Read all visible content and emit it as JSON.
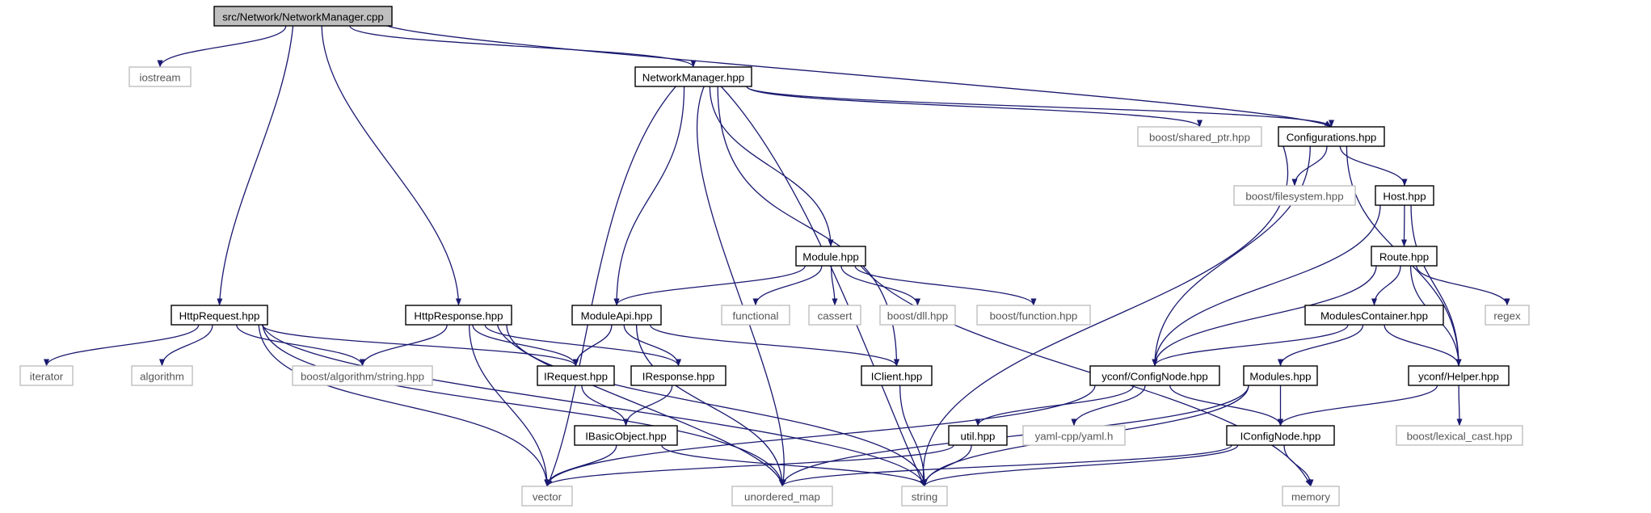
{
  "diagram": {
    "colors": {
      "edge": "#191970",
      "root_fill": "#bfbfbf",
      "local_border": "#000000",
      "external_border": "#bfbfbf",
      "external_text": "#555555",
      "text": "#000000"
    },
    "nodes": [
      {
        "id": "root",
        "label": "src/Network/NetworkManager.cpp",
        "kind": "root"
      },
      {
        "id": "iostream",
        "label": "iostream",
        "kind": "external"
      },
      {
        "id": "nmhpp",
        "label": "NetworkManager.hpp",
        "kind": "local"
      },
      {
        "id": "config",
        "label": "Configurations.hpp",
        "kind": "local"
      },
      {
        "id": "shared_ptr",
        "label": "boost/shared_ptr.hpp",
        "kind": "external"
      },
      {
        "id": "filesystem",
        "label": "boost/filesystem.hpp",
        "kind": "external"
      },
      {
        "id": "host",
        "label": "Host.hpp",
        "kind": "local"
      },
      {
        "id": "route",
        "label": "Route.hpp",
        "kind": "local"
      },
      {
        "id": "regex",
        "label": "regex",
        "kind": "external"
      },
      {
        "id": "modules_container",
        "label": "ModulesContainer.hpp",
        "kind": "local"
      },
      {
        "id": "module",
        "label": "Module.hpp",
        "kind": "local"
      },
      {
        "id": "functional",
        "label": "functional",
        "kind": "external"
      },
      {
        "id": "cassert",
        "label": "cassert",
        "kind": "external"
      },
      {
        "id": "dll",
        "label": "boost/dll.hpp",
        "kind": "external"
      },
      {
        "id": "function",
        "label": "boost/function.hpp",
        "kind": "external"
      },
      {
        "id": "httpreq",
        "label": "HttpRequest.hpp",
        "kind": "local"
      },
      {
        "id": "httpresp",
        "label": "HttpResponse.hpp",
        "kind": "local"
      },
      {
        "id": "moduleapi",
        "label": "ModuleApi.hpp",
        "kind": "local"
      },
      {
        "id": "iterator",
        "label": "iterator",
        "kind": "external"
      },
      {
        "id": "algorithm",
        "label": "algorithm",
        "kind": "external"
      },
      {
        "id": "algostring",
        "label": "boost/algorithm/string.hpp",
        "kind": "external"
      },
      {
        "id": "irequest",
        "label": "IRequest.hpp",
        "kind": "local"
      },
      {
        "id": "iresponse",
        "label": "IResponse.hpp",
        "kind": "local"
      },
      {
        "id": "iclient",
        "label": "IClient.hpp",
        "kind": "local"
      },
      {
        "id": "yconfignode",
        "label": "yconf/ConfigNode.hpp",
        "kind": "local"
      },
      {
        "id": "modules",
        "label": "Modules.hpp",
        "kind": "local"
      },
      {
        "id": "helper",
        "label": "yconf/Helper.hpp",
        "kind": "local"
      },
      {
        "id": "ibasic",
        "label": "IBasicObject.hpp",
        "kind": "local"
      },
      {
        "id": "util",
        "label": "util.hpp",
        "kind": "local"
      },
      {
        "id": "yamlh",
        "label": "yaml-cpp/yaml.h",
        "kind": "external"
      },
      {
        "id": "iconfignode",
        "label": "IConfigNode.hpp",
        "kind": "local"
      },
      {
        "id": "lexical",
        "label": "boost/lexical_cast.hpp",
        "kind": "external"
      },
      {
        "id": "vector",
        "label": "vector",
        "kind": "external"
      },
      {
        "id": "unordered_map",
        "label": "unordered_map",
        "kind": "external"
      },
      {
        "id": "string",
        "label": "string",
        "kind": "external"
      },
      {
        "id": "memory",
        "label": "memory",
        "kind": "external"
      }
    ],
    "edges": [
      [
        "root",
        "iostream"
      ],
      [
        "root",
        "nmhpp"
      ],
      [
        "root",
        "config"
      ],
      [
        "root",
        "httpreq"
      ],
      [
        "root",
        "httpresp"
      ],
      [
        "nmhpp",
        "vector"
      ],
      [
        "nmhpp",
        "unordered_map"
      ],
      [
        "nmhpp",
        "moduleapi"
      ],
      [
        "nmhpp",
        "iclient"
      ],
      [
        "nmhpp",
        "module"
      ],
      [
        "nmhpp",
        "string"
      ],
      [
        "nmhpp",
        "shared_ptr"
      ],
      [
        "nmhpp",
        "config"
      ],
      [
        "config",
        "yconfignode"
      ],
      [
        "config",
        "filesystem"
      ],
      [
        "config",
        "host"
      ],
      [
        "config",
        "helper"
      ],
      [
        "config",
        "string"
      ],
      [
        "host",
        "yconfignode"
      ],
      [
        "host",
        "route"
      ],
      [
        "host",
        "helper"
      ],
      [
        "route",
        "yconfignode"
      ],
      [
        "route",
        "modules_container"
      ],
      [
        "route",
        "helper"
      ],
      [
        "route",
        "regex"
      ],
      [
        "modules_container",
        "yconfignode"
      ],
      [
        "modules_container",
        "modules"
      ],
      [
        "modules_container",
        "helper"
      ],
      [
        "module",
        "moduleapi"
      ],
      [
        "module",
        "functional"
      ],
      [
        "module",
        "cassert"
      ],
      [
        "module",
        "dll"
      ],
      [
        "module",
        "function"
      ],
      [
        "module",
        "memory"
      ],
      [
        "httpreq",
        "iterator"
      ],
      [
        "httpreq",
        "algorithm"
      ],
      [
        "httpreq",
        "algostring"
      ],
      [
        "httpreq",
        "irequest"
      ],
      [
        "httpreq",
        "vector"
      ],
      [
        "httpreq",
        "unordered_map"
      ],
      [
        "httpreq",
        "string"
      ],
      [
        "httpresp",
        "algostring"
      ],
      [
        "httpresp",
        "irequest"
      ],
      [
        "httpresp",
        "iresponse"
      ],
      [
        "httpresp",
        "vector"
      ],
      [
        "httpresp",
        "unordered_map"
      ],
      [
        "httpresp",
        "string"
      ],
      [
        "moduleapi",
        "irequest"
      ],
      [
        "moduleapi",
        "iresponse"
      ],
      [
        "moduleapi",
        "iclient"
      ],
      [
        "moduleapi",
        "unordered_map"
      ],
      [
        "irequest",
        "ibasic"
      ],
      [
        "iresponse",
        "ibasic"
      ],
      [
        "ibasic",
        "vector"
      ],
      [
        "ibasic",
        "string"
      ],
      [
        "iclient",
        "string"
      ],
      [
        "yconfignode",
        "util"
      ],
      [
        "yconfignode",
        "yamlh"
      ],
      [
        "yconfignode",
        "iconfignode"
      ],
      [
        "yconfignode",
        "vector"
      ],
      [
        "modules",
        "iconfignode"
      ],
      [
        "modules",
        "unordered_map"
      ],
      [
        "modules",
        "string"
      ],
      [
        "helper",
        "lexical"
      ],
      [
        "helper",
        "iconfignode"
      ],
      [
        "util",
        "vector"
      ],
      [
        "util",
        "string"
      ],
      [
        "iconfignode",
        "unordered_map"
      ],
      [
        "iconfignode",
        "string"
      ],
      [
        "iconfignode",
        "memory"
      ]
    ]
  }
}
